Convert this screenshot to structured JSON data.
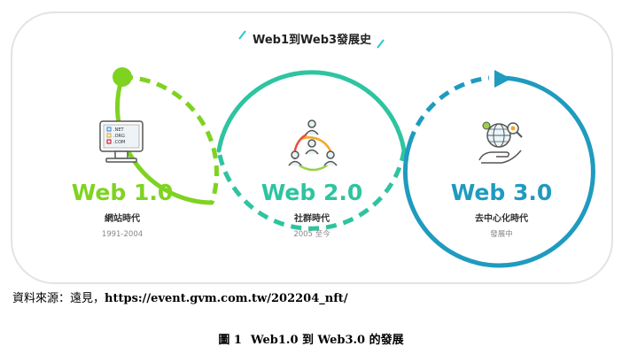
{
  "diagram": {
    "title": "Web1到Web3發展史",
    "stages": [
      {
        "heading": "Web 1.0",
        "subtitle": "網站時代",
        "period": "1991-2004",
        "color": "#7ed321",
        "icon": "computer-domains-icon",
        "icon_labels": [
          ".NET",
          ".ORG",
          ".COM"
        ]
      },
      {
        "heading": "Web 2.0",
        "subtitle": "社群時代",
        "period": "2005 至今",
        "color": "#2ec4a0",
        "icon": "social-network-icon"
      },
      {
        "heading": "Web 3.0",
        "subtitle": "去中心化時代",
        "period": "發展中",
        "color": "#1f9bbf",
        "icon": "globe-hand-icon"
      }
    ]
  },
  "source": {
    "label": "資料來源：遠見，",
    "url": "https://event.gvm.com.tw/202204_nft/"
  },
  "caption": {
    "number": "圖 1",
    "text": "Web1.0 到 Web3.0 的發展"
  }
}
